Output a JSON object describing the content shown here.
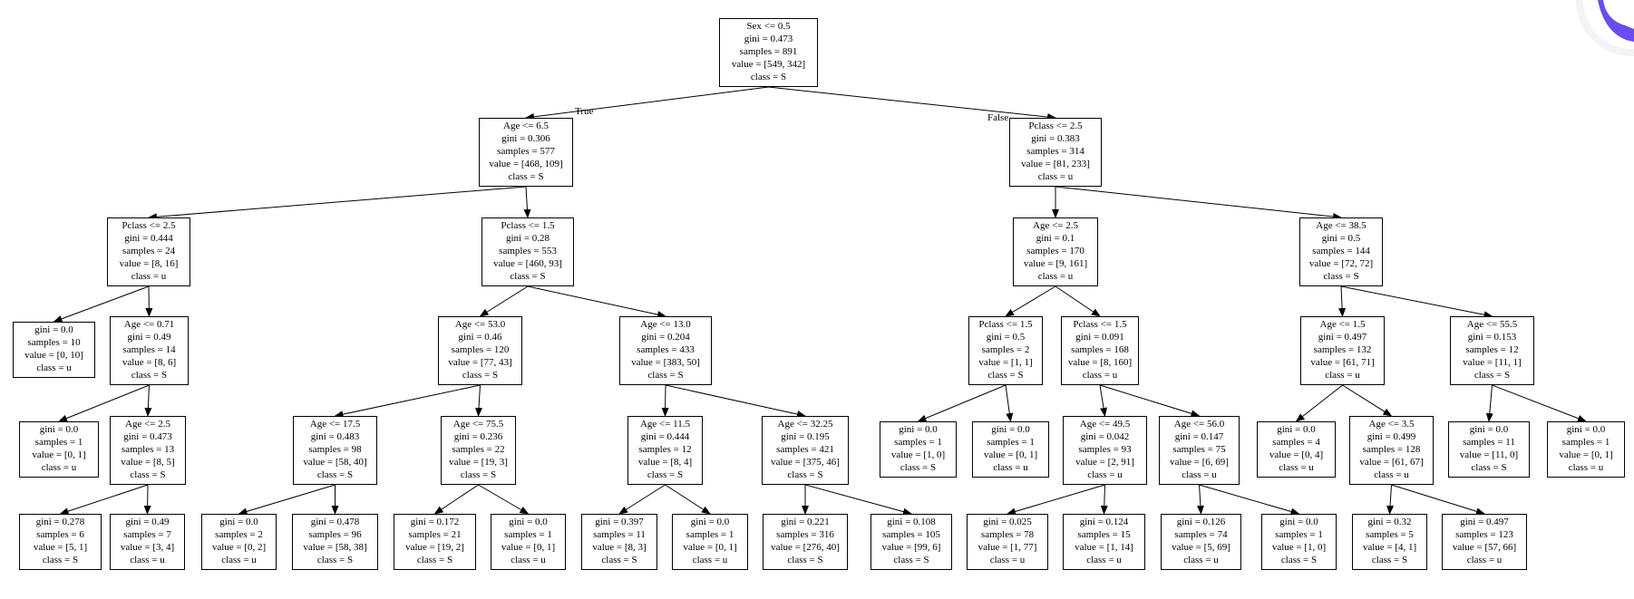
{
  "tree": {
    "edge_labels": {
      "true_label": "True",
      "false_label": "False"
    },
    "nodes": [
      {
        "id": "n0",
        "lines": [
          "Sex <= 0.5",
          "gini = 0.473",
          "samples = 891",
          "value = [549, 342]",
          "class = S"
        ]
      },
      {
        "id": "n1",
        "lines": [
          "Age <= 6.5",
          "gini = 0.306",
          "samples = 577",
          "value = [468, 109]",
          "class = S"
        ]
      },
      {
        "id": "n2",
        "lines": [
          "Pclass <= 2.5",
          "gini = 0.383",
          "samples = 314",
          "value = [81, 233]",
          "class = u"
        ]
      },
      {
        "id": "n3",
        "lines": [
          "Pclass <= 2.5",
          "gini = 0.444",
          "samples = 24",
          "value = [8, 16]",
          "class = u"
        ]
      },
      {
        "id": "n4",
        "lines": [
          "Pclass <= 1.5",
          "gini = 0.28",
          "samples = 553",
          "value = [460, 93]",
          "class = S"
        ]
      },
      {
        "id": "n5",
        "lines": [
          "Age <= 2.5",
          "gini = 0.1",
          "samples = 170",
          "value = [9, 161]",
          "class = u"
        ]
      },
      {
        "id": "n6",
        "lines": [
          "Age <= 38.5",
          "gini = 0.5",
          "samples = 144",
          "value = [72, 72]",
          "class = S"
        ]
      },
      {
        "id": "n7",
        "lines": [
          "gini = 0.0",
          "samples = 10",
          "value = [0, 10]",
          "class = u"
        ]
      },
      {
        "id": "n8",
        "lines": [
          "Age <= 0.71",
          "gini = 0.49",
          "samples = 14",
          "value = [8, 6]",
          "class = S"
        ]
      },
      {
        "id": "n9",
        "lines": [
          "Age <= 53.0",
          "gini = 0.46",
          "samples = 120",
          "value = [77, 43]",
          "class = S"
        ]
      },
      {
        "id": "n10",
        "lines": [
          "Age <= 13.0",
          "gini = 0.204",
          "samples = 433",
          "value = [383, 50]",
          "class = S"
        ]
      },
      {
        "id": "n11",
        "lines": [
          "Pclass <= 1.5",
          "gini = 0.5",
          "samples = 2",
          "value = [1, 1]",
          "class = S"
        ]
      },
      {
        "id": "n12",
        "lines": [
          "Pclass <= 1.5",
          "gini = 0.091",
          "samples = 168",
          "value = [8, 160]",
          "class = u"
        ]
      },
      {
        "id": "n13",
        "lines": [
          "Age <= 1.5",
          "gini = 0.497",
          "samples = 132",
          "value = [61, 71]",
          "class = u"
        ]
      },
      {
        "id": "n14",
        "lines": [
          "Age <= 55.5",
          "gini = 0.153",
          "samples = 12",
          "value = [11, 1]",
          "class = S"
        ]
      },
      {
        "id": "n15",
        "lines": [
          "gini = 0.0",
          "samples = 1",
          "value = [0, 1]",
          "class = u"
        ]
      },
      {
        "id": "n16",
        "lines": [
          "Age <= 2.5",
          "gini = 0.473",
          "samples = 13",
          "value = [8, 5]",
          "class = S"
        ]
      },
      {
        "id": "n17",
        "lines": [
          "Age <= 17.5",
          "gini = 0.483",
          "samples = 98",
          "value = [58, 40]",
          "class = S"
        ]
      },
      {
        "id": "n18",
        "lines": [
          "Age <= 75.5",
          "gini = 0.236",
          "samples = 22",
          "value = [19, 3]",
          "class = S"
        ]
      },
      {
        "id": "n19",
        "lines": [
          "Age <= 11.5",
          "gini = 0.444",
          "samples = 12",
          "value = [8, 4]",
          "class = S"
        ]
      },
      {
        "id": "n20",
        "lines": [
          "Age <= 32.25",
          "gini = 0.195",
          "samples = 421",
          "value = [375, 46]",
          "class = S"
        ]
      },
      {
        "id": "n21",
        "lines": [
          "gini = 0.0",
          "samples = 1",
          "value = [1, 0]",
          "class = S"
        ]
      },
      {
        "id": "n22",
        "lines": [
          "gini = 0.0",
          "samples = 1",
          "value = [0, 1]",
          "class = u"
        ]
      },
      {
        "id": "n23",
        "lines": [
          "Age <= 49.5",
          "gini = 0.042",
          "samples = 93",
          "value = [2, 91]",
          "class = u"
        ]
      },
      {
        "id": "n24",
        "lines": [
          "Age <= 56.0",
          "gini = 0.147",
          "samples = 75",
          "value = [6, 69]",
          "class = u"
        ]
      },
      {
        "id": "n25",
        "lines": [
          "gini = 0.0",
          "samples = 4",
          "value = [0, 4]",
          "class = u"
        ]
      },
      {
        "id": "n26",
        "lines": [
          "Age <= 3.5",
          "gini = 0.499",
          "samples = 128",
          "value = [61, 67]",
          "class = u"
        ]
      },
      {
        "id": "n27",
        "lines": [
          "gini = 0.0",
          "samples = 11",
          "value = [11, 0]",
          "class = S"
        ]
      },
      {
        "id": "n28",
        "lines": [
          "gini = 0.0",
          "samples = 1",
          "value = [0, 1]",
          "class = u"
        ]
      },
      {
        "id": "n29",
        "lines": [
          "gini = 0.278",
          "samples = 6",
          "value = [5, 1]",
          "class = S"
        ]
      },
      {
        "id": "n30",
        "lines": [
          "gini = 0.49",
          "samples = 7",
          "value = [3, 4]",
          "class = u"
        ]
      },
      {
        "id": "n31",
        "lines": [
          "gini = 0.0",
          "samples = 2",
          "value = [0, 2]",
          "class = u"
        ]
      },
      {
        "id": "n32",
        "lines": [
          "gini = 0.478",
          "samples = 96",
          "value = [58, 38]",
          "class = S"
        ]
      },
      {
        "id": "n33",
        "lines": [
          "gini = 0.172",
          "samples = 21",
          "value = [19, 2]",
          "class = S"
        ]
      },
      {
        "id": "n34",
        "lines": [
          "gini = 0.0",
          "samples = 1",
          "value = [0, 1]",
          "class = u"
        ]
      },
      {
        "id": "n35",
        "lines": [
          "gini = 0.397",
          "samples = 11",
          "value = [8, 3]",
          "class = S"
        ]
      },
      {
        "id": "n36",
        "lines": [
          "gini = 0.0",
          "samples = 1",
          "value = [0, 1]",
          "class = u"
        ]
      },
      {
        "id": "n37",
        "lines": [
          "gini = 0.221",
          "samples = 316",
          "value = [276, 40]",
          "class = S"
        ]
      },
      {
        "id": "n38",
        "lines": [
          "gini = 0.108",
          "samples = 105",
          "value = [99, 6]",
          "class = S"
        ]
      },
      {
        "id": "n39",
        "lines": [
          "gini = 0.025",
          "samples = 78",
          "value = [1, 77]",
          "class = u"
        ]
      },
      {
        "id": "n40",
        "lines": [
          "gini = 0.124",
          "samples = 15",
          "value = [1, 14]",
          "class = u"
        ]
      },
      {
        "id": "n41",
        "lines": [
          "gini = 0.126",
          "samples = 74",
          "value = [5, 69]",
          "class = u"
        ]
      },
      {
        "id": "n42",
        "lines": [
          "gini = 0.0",
          "samples = 1",
          "value = [1, 0]",
          "class = S"
        ]
      },
      {
        "id": "n43",
        "lines": [
          "gini = 0.32",
          "samples = 5",
          "value = [4, 1]",
          "class = S"
        ]
      },
      {
        "id": "n44",
        "lines": [
          "gini = 0.497",
          "samples = 123",
          "value = [57, 66]",
          "class = u"
        ]
      }
    ],
    "edges": [
      [
        "n0",
        "n1"
      ],
      [
        "n0",
        "n2"
      ],
      [
        "n1",
        "n3"
      ],
      [
        "n1",
        "n4"
      ],
      [
        "n2",
        "n5"
      ],
      [
        "n2",
        "n6"
      ],
      [
        "n3",
        "n7"
      ],
      [
        "n3",
        "n8"
      ],
      [
        "n4",
        "n9"
      ],
      [
        "n4",
        "n10"
      ],
      [
        "n5",
        "n11"
      ],
      [
        "n5",
        "n12"
      ],
      [
        "n6",
        "n13"
      ],
      [
        "n6",
        "n14"
      ],
      [
        "n8",
        "n15"
      ],
      [
        "n8",
        "n16"
      ],
      [
        "n9",
        "n17"
      ],
      [
        "n9",
        "n18"
      ],
      [
        "n10",
        "n19"
      ],
      [
        "n10",
        "n20"
      ],
      [
        "n11",
        "n21"
      ],
      [
        "n11",
        "n22"
      ],
      [
        "n12",
        "n23"
      ],
      [
        "n12",
        "n24"
      ],
      [
        "n13",
        "n25"
      ],
      [
        "n13",
        "n26"
      ],
      [
        "n14",
        "n27"
      ],
      [
        "n14",
        "n28"
      ],
      [
        "n16",
        "n29"
      ],
      [
        "n16",
        "n30"
      ],
      [
        "n17",
        "n31"
      ],
      [
        "n17",
        "n32"
      ],
      [
        "n18",
        "n33"
      ],
      [
        "n18",
        "n34"
      ],
      [
        "n19",
        "n35"
      ],
      [
        "n19",
        "n36"
      ],
      [
        "n20",
        "n37"
      ],
      [
        "n20",
        "n38"
      ],
      [
        "n23",
        "n39"
      ],
      [
        "n23",
        "n40"
      ],
      [
        "n24",
        "n41"
      ],
      [
        "n24",
        "n42"
      ],
      [
        "n26",
        "n43"
      ],
      [
        "n26",
        "n44"
      ]
    ]
  },
  "colors": {
    "line": "#000000",
    "node_fill": "#ffffff",
    "logo": "#6b4cf0"
  },
  "icons": {
    "corner_logo": "purple-brand-icon"
  }
}
